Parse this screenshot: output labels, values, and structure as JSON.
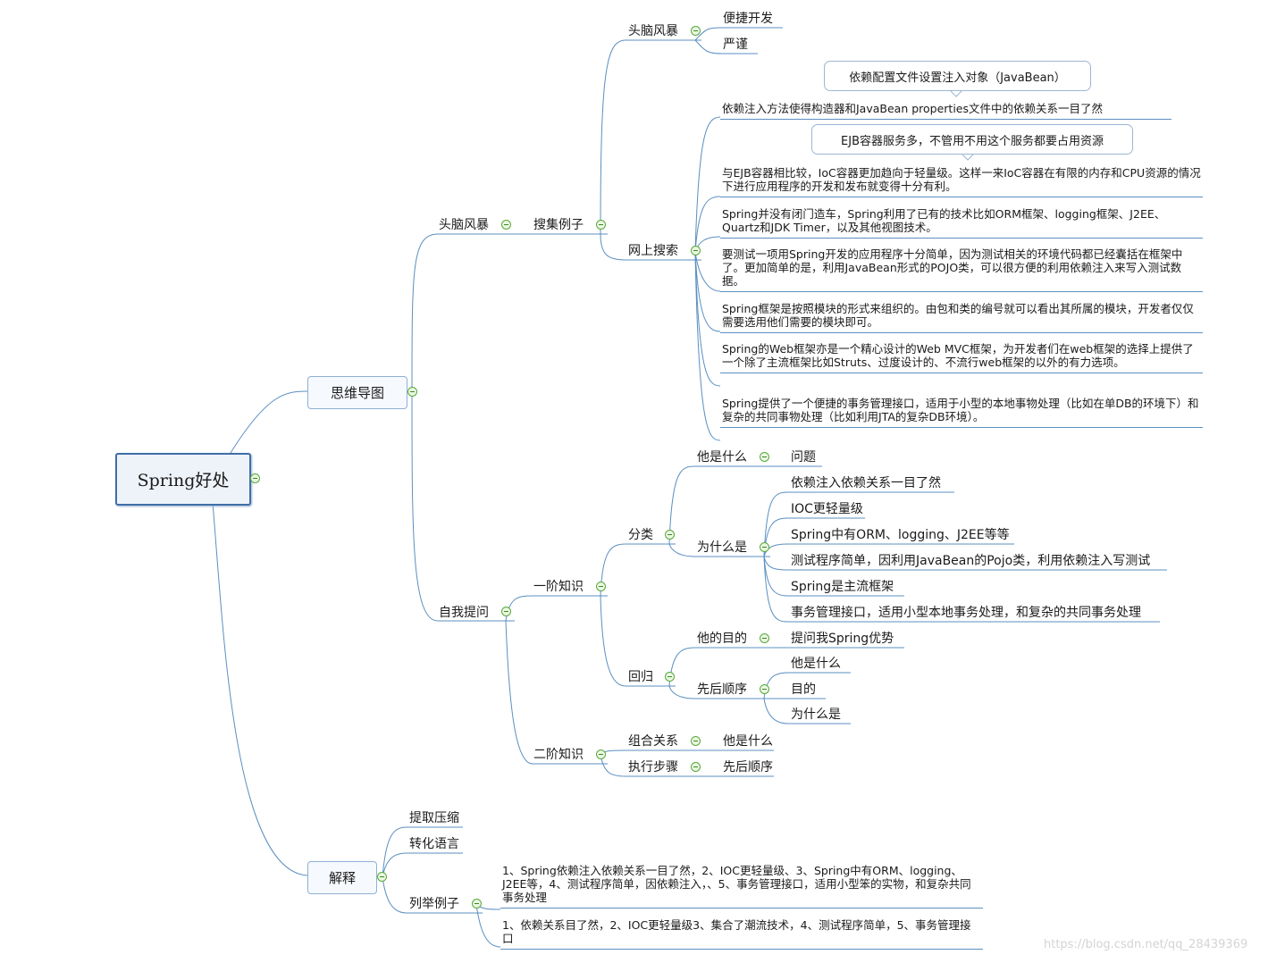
{
  "root": "Spring好处",
  "mindmap": {
    "label": "思维导图",
    "brainstorm": {
      "label": "头脑风暴",
      "collect": {
        "label": "搜集例子",
        "brainstorm_inner": {
          "label": "头脑风暴",
          "items": [
            "便捷开发",
            "严谨"
          ]
        },
        "web_search": {
          "label": "网上搜索",
          "callout1": "依赖配置文件设置注入对象（JavaBean）",
          "callout2": "EJB容器服务多，不管用不用这个服务都要占用资源",
          "items": [
            "依赖注入方法使得构造器和JavaBean properties文件中的依赖关系一目了然",
            "与EJB容器相比较，IoC容器更加趋向于轻量级。这样一来IoC容器在有限的内存和CPU资源的情况下进行应用程序的开发和发布就变得十分有利。",
            "Spring并没有闭门造车，Spring利用了已有的技术比如ORM框架、logging框架、J2EE、Quartz和JDK Timer，以及其他视图技术。",
            "要测试一项用Spring开发的应用程序十分简单，因为测试相关的环境代码都已经囊括在框架中了。更加简单的是，利用JavaBean形式的POJO类，可以很方便的利用依赖注入来写入测试数据。",
            "Spring框架是按照模块的形式来组织的。由包和类的编号就可以看出其所属的模块，开发者仅仅需要选用他们需要的模块即可。",
            "Spring的Web框架亦是一个精心设计的Web MVC框架，为开发者们在web框架的选择上提供了一个除了主流框架比如Struts、过度设计的、不流行web框架的以外的有力选项。",
            "Spring提供了一个便捷的事务管理接口，适用于小型的本地事物处理（比如在单DB的环境下）和复杂的共同事物处理（比如利用JTA的复杂DB环境）。"
          ]
        }
      }
    },
    "self_ask": {
      "label": "自我提问",
      "level1": {
        "label": "一阶知识",
        "category": {
          "label": "分类",
          "what": {
            "label": "他是什么",
            "item": "问题"
          },
          "why": {
            "label": "为什么是",
            "items": [
              "依赖注入依赖关系一目了然",
              "IOC更轻量级",
              "Spring中有ORM、logging、J2EE等等",
              "测试程序简单，因利用JavaBean的Pojo类，利用依赖注入写测试",
              "Spring是主流框架",
              "事务管理接口，适用小型本地事务处理，和复杂的共同事务处理"
            ]
          }
        },
        "regress": {
          "label": "回归",
          "purpose": {
            "label": "他的目的",
            "item": "提问我Spring优势"
          },
          "order": {
            "label": "先后顺序",
            "items": [
              "他是什么",
              "目的",
              "为什么是"
            ]
          }
        }
      },
      "level2": {
        "label": "二阶知识",
        "combo": {
          "label": "组合关系",
          "item": "他是什么"
        },
        "steps": {
          "label": "执行步骤",
          "item": "先后顺序"
        }
      }
    }
  },
  "explain": {
    "label": "解释",
    "extract": "提取压缩",
    "translate": "转化语言",
    "examples": {
      "label": "列举例子",
      "items": [
        "1、Spring依赖注入依赖关系一目了然，2、IOC更轻量级、3、Spring中有ORM、logging、J2EE等，4、测试程序简单，因依赖注入，、5、事务管理接口，适用小型笨的实物，和复杂共同事务处理",
        "1、依赖关系目了然，2、IOC更轻量级3、集合了潮流技术，4、测试程序简单，5、事务管理接口"
      ]
    }
  },
  "watermark": "https://blog.csdn.net/qq_28439369",
  "colors": {
    "line": "#5b8fc0",
    "toggle": "#5aa83d",
    "root_border": "#3f6fa8"
  }
}
